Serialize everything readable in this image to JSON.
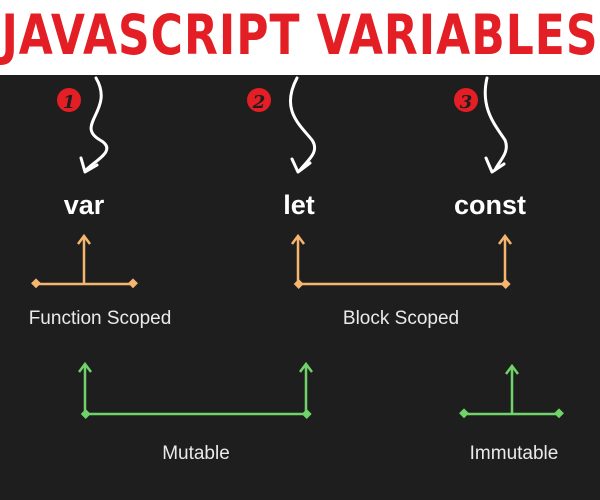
{
  "title": "JAVASCRIPT VARIABLES",
  "steps": [
    "1",
    "2",
    "3"
  ],
  "keywords": {
    "var": "var",
    "let": "let",
    "const": "const"
  },
  "labels": {
    "function_scoped": "Function Scoped",
    "block_scoped": "Block Scoped",
    "mutable": "Mutable",
    "immutable": "Immutable"
  },
  "colors": {
    "background": "#1e1e1e",
    "title": "#e31e24",
    "badge": "#e31e24",
    "scope_lines": "#f5b56e",
    "mutability_lines": "#6fd36a",
    "arrows": "#ffffff"
  }
}
